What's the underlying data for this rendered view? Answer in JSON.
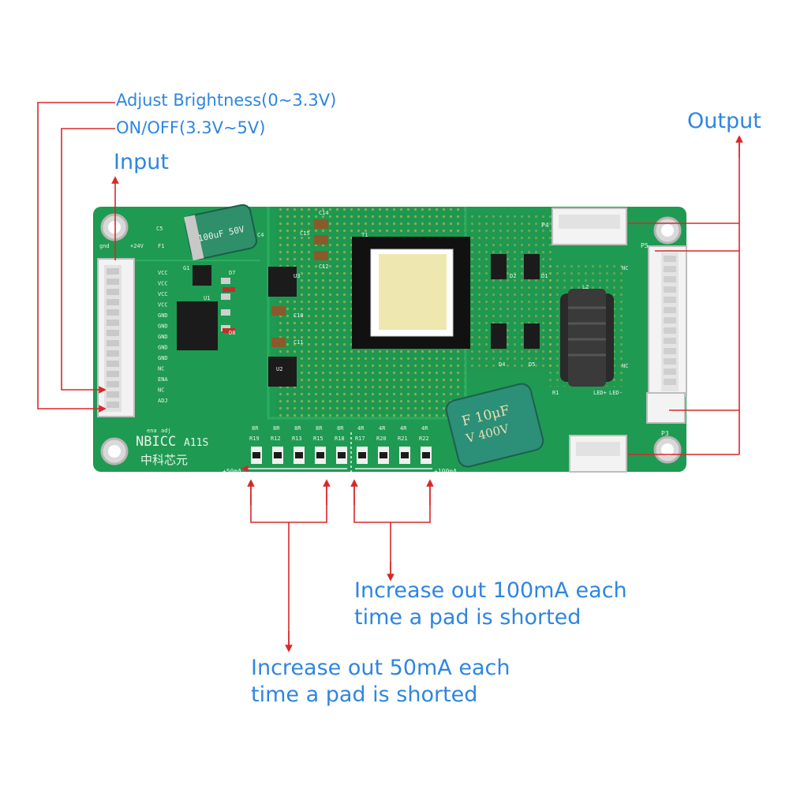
{
  "labels": {
    "adjust_brightness": "Adjust Brightness(0~3.3V)",
    "on_off": "ON/OFF(3.3V~5V)",
    "input": "Input",
    "output": "Output",
    "increase_100ma_line1": "Increase out 100mA each",
    "increase_100ma_line2": "time a pad is shorted",
    "increase_50ma_line1": "Increase out 50mA each",
    "increase_50ma_line2": "time a pad is shorted"
  },
  "board": {
    "model_text": "NBICC",
    "model_suffix": "A11S",
    "chinese_text": "中科芯元",
    "left_pin_labels": [
      "VCC",
      "VCC",
      "VCC",
      "VCC",
      "GND",
      "GND",
      "GND",
      "GND",
      "GND",
      "NC",
      "ENA",
      "NC",
      "ADJ"
    ],
    "right_pin_labels": [
      "NC",
      "NC",
      "LED+",
      "LED-"
    ],
    "resistor_refs_50ma": [
      "R19",
      "R12",
      "R13",
      "R15",
      "R18"
    ],
    "resistor_refs_100ma": [
      "R17",
      "R20",
      "R21",
      "R22"
    ],
    "resistor_values_50ma": [
      "8R",
      "8R",
      "8R",
      "8R",
      "8R"
    ],
    "resistor_values_100ma": [
      "4R",
      "4R",
      "4R",
      "4R"
    ],
    "scale_left": "+50mA",
    "scale_right": "+100mA",
    "cap_small_text": "100uF 50V",
    "cap_large_text_line1": "F  10μF",
    "cap_large_text_line2": "V  400V",
    "connector_refs": [
      "P4",
      "P5",
      "P3"
    ],
    "misc_refs": [
      "gnd",
      "+24V",
      "F1",
      "C5",
      "G1",
      "T1",
      "L2",
      "D7",
      "D8",
      "U1",
      "U2",
      "U3",
      "C14",
      "C15",
      "C12",
      "C4",
      "C10",
      "C11",
      "D1",
      "D2",
      "D4",
      "D5",
      "R1",
      "ena",
      "adj"
    ]
  },
  "colors": {
    "annotation": "#2e86e0",
    "arrow": "#d8282a",
    "pcb": "#1f9a52"
  }
}
